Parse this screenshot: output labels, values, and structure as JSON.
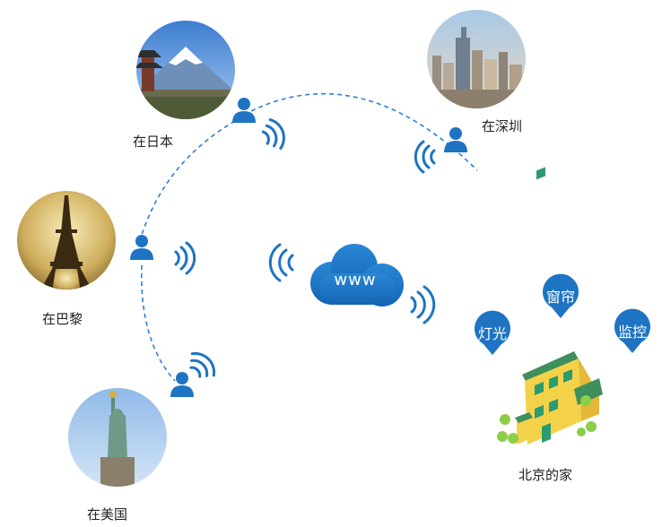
{
  "colors": {
    "accent_blue": "#1e74c2",
    "dash_blue": "#2f7fd0",
    "house_wall": "#f3d24a",
    "house_roof": "#3f8f5c",
    "house_window": "#2a9c70",
    "bush": "#8ccd4a"
  },
  "locations": {
    "japan": {
      "label": "在日本",
      "photo_icon": "mount-fuji-photo"
    },
    "shenzhen": {
      "label": "在深圳",
      "photo_icon": "city-skyline-photo"
    },
    "paris": {
      "label": "在巴黎",
      "photo_icon": "eiffel-tower-photo"
    },
    "usa": {
      "label": "在美国",
      "photo_icon": "statue-of-liberty-photo"
    }
  },
  "cloud": {
    "label": "www",
    "icon": "cloud-icon"
  },
  "home": {
    "label": "北京的家",
    "icon": "house-icon",
    "devices": [
      {
        "label": "灯光",
        "icon": "pin-icon"
      },
      {
        "label": "窗帘",
        "icon": "pin-icon"
      },
      {
        "label": "监控",
        "icon": "pin-icon"
      }
    ]
  },
  "icons": [
    "user-icon",
    "wifi-signal-icon"
  ]
}
